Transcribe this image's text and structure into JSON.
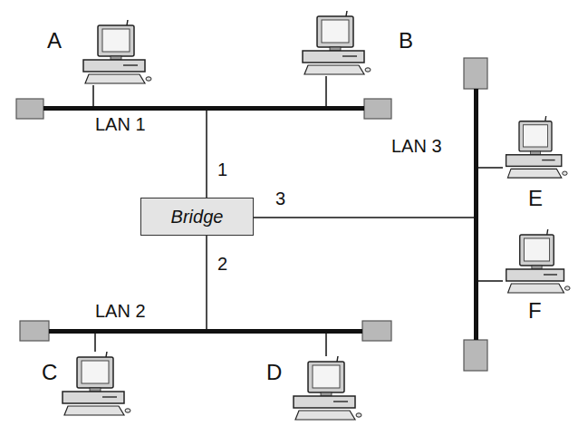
{
  "diagram": {
    "nodes": [
      {
        "text": [
          "A"
        ]
      },
      {
        "text": [
          "B"
        ]
      },
      {
        "text": [
          "LAN 1"
        ]
      },
      {
        "text": [
          "Bridge"
        ]
      },
      {
        "text": [
          "LAN 3"
        ]
      },
      {
        "text": [
          "E"
        ]
      },
      {
        "text": [
          "F"
        ]
      },
      {
        "text": [
          "LAN 2"
        ]
      },
      {
        "text": [
          "C"
        ]
      },
      {
        "text": [
          "D"
        ]
      }
    ],
    "edges": [
      {
        "from": 0,
        "to": 2,
        "arrow": "none"
      },
      {
        "from": 1,
        "to": 2,
        "arrow": "none"
      },
      {
        "from": 2,
        "to": 3,
        "label": "1",
        "arrow": "none"
      },
      {
        "from": 3,
        "to": 7,
        "label": "2",
        "arrow": "none"
      },
      {
        "from": 3,
        "to": 4,
        "label": "3",
        "arrow": "none"
      },
      {
        "from": 4,
        "to": 5,
        "arrow": "none"
      },
      {
        "from": 4,
        "to": 6,
        "arrow": "none"
      },
      {
        "from": 7,
        "to": 8,
        "arrow": "none"
      },
      {
        "from": 7,
        "to": 9,
        "arrow": "none"
      }
    ]
  }
}
